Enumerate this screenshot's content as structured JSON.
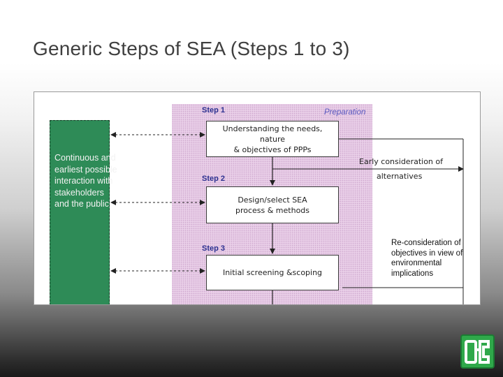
{
  "slide": {
    "title": "Generic Steps of SEA (Steps 1 to 3)"
  },
  "figure": {
    "preparation_label": "Preparation",
    "stakeholder_text": "Continuous and earliest possible interaction with stakeholders and the public",
    "steps": [
      {
        "label": "Step 1",
        "box_text": "Understanding the needs, nature\n& objectives of PPPs"
      },
      {
        "label": "Step 2",
        "box_text": "Design/select SEA\nprocess & methods"
      },
      {
        "label": "Step 3",
        "box_text": "Initial screening &scoping"
      }
    ],
    "early_consideration_line1": "Early consideration of",
    "early_consideration_line2": "alternatives",
    "reconsideration_text": "Re-consideration of objectives in view of environmental implications"
  },
  "colors": {
    "preparation_fill": "#e9cfe8",
    "stakeholder_fill": "#2e8b57",
    "step_label": "#2b2f8f",
    "logo_green": "#2fa84a"
  },
  "icons": {
    "logo": "organization-logo-icon"
  }
}
